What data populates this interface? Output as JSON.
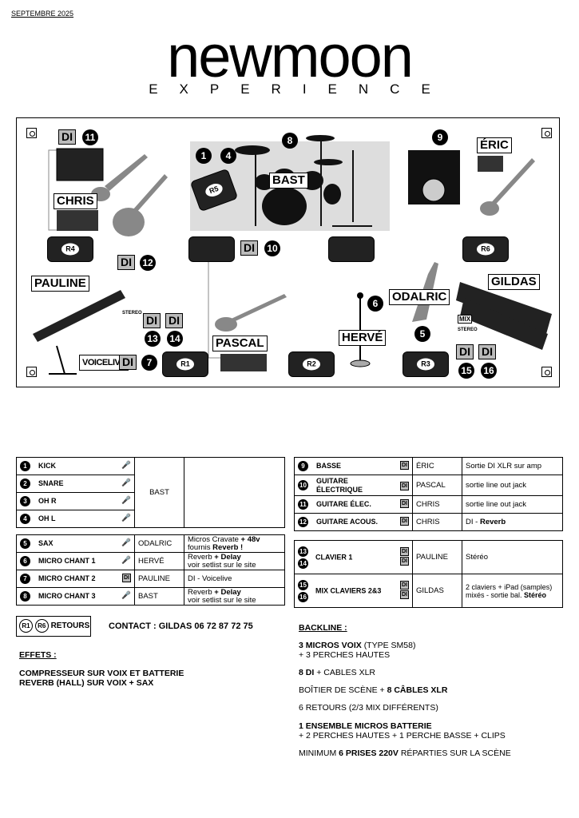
{
  "header": {
    "date": "SEPTEMBRE 2025",
    "logo": "newmoon",
    "subtitle": "EXPERIENCE"
  },
  "stage": {
    "musicians": {
      "bast": "BAST",
      "chris": "CHRIS",
      "eric": "ÉRIC",
      "pauline": "PAULINE",
      "gildas": "GILDAS",
      "odalric": "ODALRIC",
      "pascal": "PASCAL",
      "herve": "HERVÉ"
    },
    "di": "DI",
    "voicelive": "VOICELIVE",
    "stereo": "STEREO",
    "mix": "MIX",
    "retours": {
      "r1": "R1",
      "r2": "R2",
      "r3": "R3",
      "r4": "R4",
      "r5": "R5",
      "r6": "R6"
    },
    "nums": {
      "n1": "1",
      "n4": "4",
      "n5": "5",
      "n6": "6",
      "n7": "7",
      "n8": "8",
      "n9": "9",
      "n10": "10",
      "n11": "11",
      "n12": "12",
      "n13": "13",
      "n14": "14",
      "n15": "15",
      "n16": "16"
    }
  },
  "left_table_drums": {
    "rows": [
      {
        "n": "1",
        "name": "KICK"
      },
      {
        "n": "2",
        "name": "SNARE"
      },
      {
        "n": "3",
        "name": "OH R"
      },
      {
        "n": "4",
        "name": "OH L"
      }
    ],
    "musician": "BAST"
  },
  "left_table_vocals": [
    {
      "n": "5",
      "name": "SAX",
      "musician": "ODALRIC",
      "note_a": "Micros Cravate",
      "note_b": "+ 48v",
      "note_c": "fournis",
      "note_d": "Reverb !"
    },
    {
      "n": "6",
      "name": "MICRO CHANT 1",
      "musician": "HERVÉ",
      "note_a": "Reverb",
      "note_b": "+ Delay",
      "note_c": "voir setlist sur le site"
    },
    {
      "n": "7",
      "name": "MICRO CHANT 2",
      "musician": "PAULINE",
      "note_a": "DI - Voicelive"
    },
    {
      "n": "8",
      "name": "MICRO CHANT 3",
      "musician": "BAST",
      "note_a": "Reverb",
      "note_b": "+ Delay",
      "note_c": "voir setlist sur le site"
    }
  ],
  "right_table_a": [
    {
      "n": "9",
      "name": "BASSE",
      "musician": "ÉRIC",
      "note": "Sortie DI XLR sur amp"
    },
    {
      "n": "10",
      "name": "GUITARE",
      "name2": "ÉLECTRIQUE",
      "musician": "PASCAL",
      "note": "sortie line out jack"
    },
    {
      "n": "11",
      "name": "GUITARE ÉLEC.",
      "musician": "CHRIS",
      "note": "sortie line out jack"
    },
    {
      "n": "12",
      "name": "GUITARE ACOUS.",
      "musician": "CHRIS",
      "note": "DI -",
      "note_b": "Reverb"
    }
  ],
  "right_table_b": [
    {
      "n": "13",
      "n2": "14",
      "name": "CLAVIER 1",
      "musician": "PAULINE",
      "note": "Stéréo"
    },
    {
      "n": "15",
      "n2": "16",
      "name": "MIX CLAVIERS 2&3",
      "musician": "GILDAS",
      "note": "2 claviers + iPad (samples)",
      "note_b": "mixés - sortie bal.",
      "note_c": "Stéréo"
    }
  ],
  "retours_legend": {
    "r1": "R1",
    "r6": "R6",
    "label": "RETOURS"
  },
  "contact": "CONTACT : GILDAS 06 72 87 72 75",
  "effets": {
    "title": "EFFETS :",
    "line1": "COMPRESSEUR SUR VOIX ET BATTERIE",
    "line2": "REVERB (HALL) SUR VOIX + SAX"
  },
  "backline": {
    "title": "BACKLINE :",
    "l1a": "3 MICROS VOIX",
    "l1b": "(TYPE SM58)",
    "l1c": "+ 3 PERCHES HAUTES",
    "l2a": "8 DI",
    "l2b": "+ CABLES XLR",
    "l3a": "BOÎTIER DE SCÈNE +",
    "l3b": "8 CÂBLES XLR",
    "l4": "6 RETOURS (2/3 MIX DIFFÉRENTS)",
    "l5a": "1 ENSEMBLE MICROS BATTERIE",
    "l5b": "+ 2 PERCHES HAUTES + 1 PERCHE BASSE + CLIPS",
    "l6a": "MINIMUM",
    "l6b": "6 PRISES 220V",
    "l6c": "RÉPARTIES SUR LA SCÈNE"
  }
}
